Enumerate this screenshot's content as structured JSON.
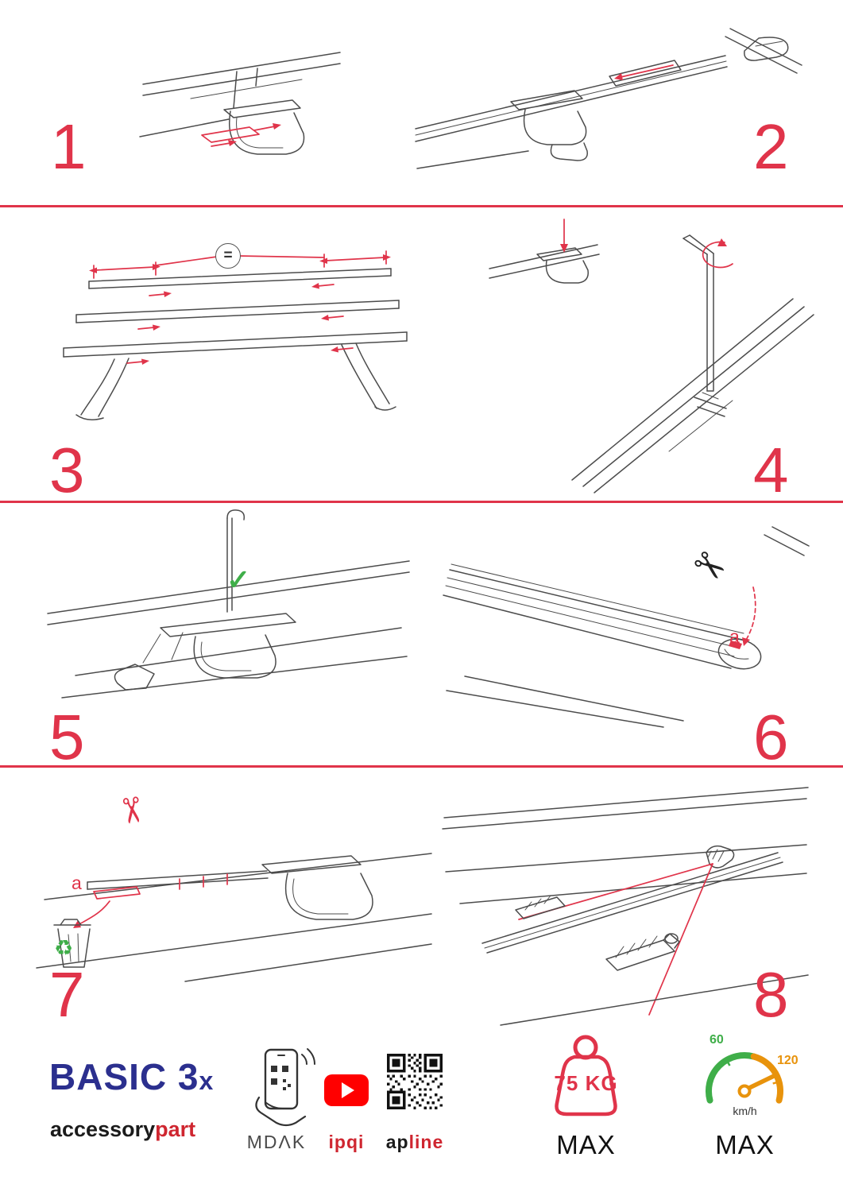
{
  "colors": {
    "accent": "#e0344a",
    "ink": "#4c4c4c",
    "navy": "#2b2f8e",
    "brand-red": "#cf2630",
    "green": "#3fae49",
    "orange": "#e8930c",
    "youtube": "#ff0000",
    "text": "#1b1b1b"
  },
  "steps": [
    "1",
    "2",
    "3",
    "4",
    "5",
    "6",
    "7",
    "8"
  ],
  "annotations": {
    "equal": "=",
    "a6": "a",
    "a7": "a"
  },
  "icons": {
    "check": "✓",
    "scissors": "✂",
    "recycle": "♻"
  },
  "footer": {
    "product_name": "BASIC 3",
    "product_mult": "x",
    "brand_left": "accessory",
    "brand_right": "part",
    "app_label": "MDΛK",
    "video_label": "ipqi",
    "qr_label_left": "ap",
    "qr_label_right": "line",
    "weight_value": "75 KG",
    "weight_max": "MAX",
    "speed_min": "60",
    "speed_max_value": "120",
    "speed_unit": "km/h",
    "speed_max": "MAX"
  }
}
